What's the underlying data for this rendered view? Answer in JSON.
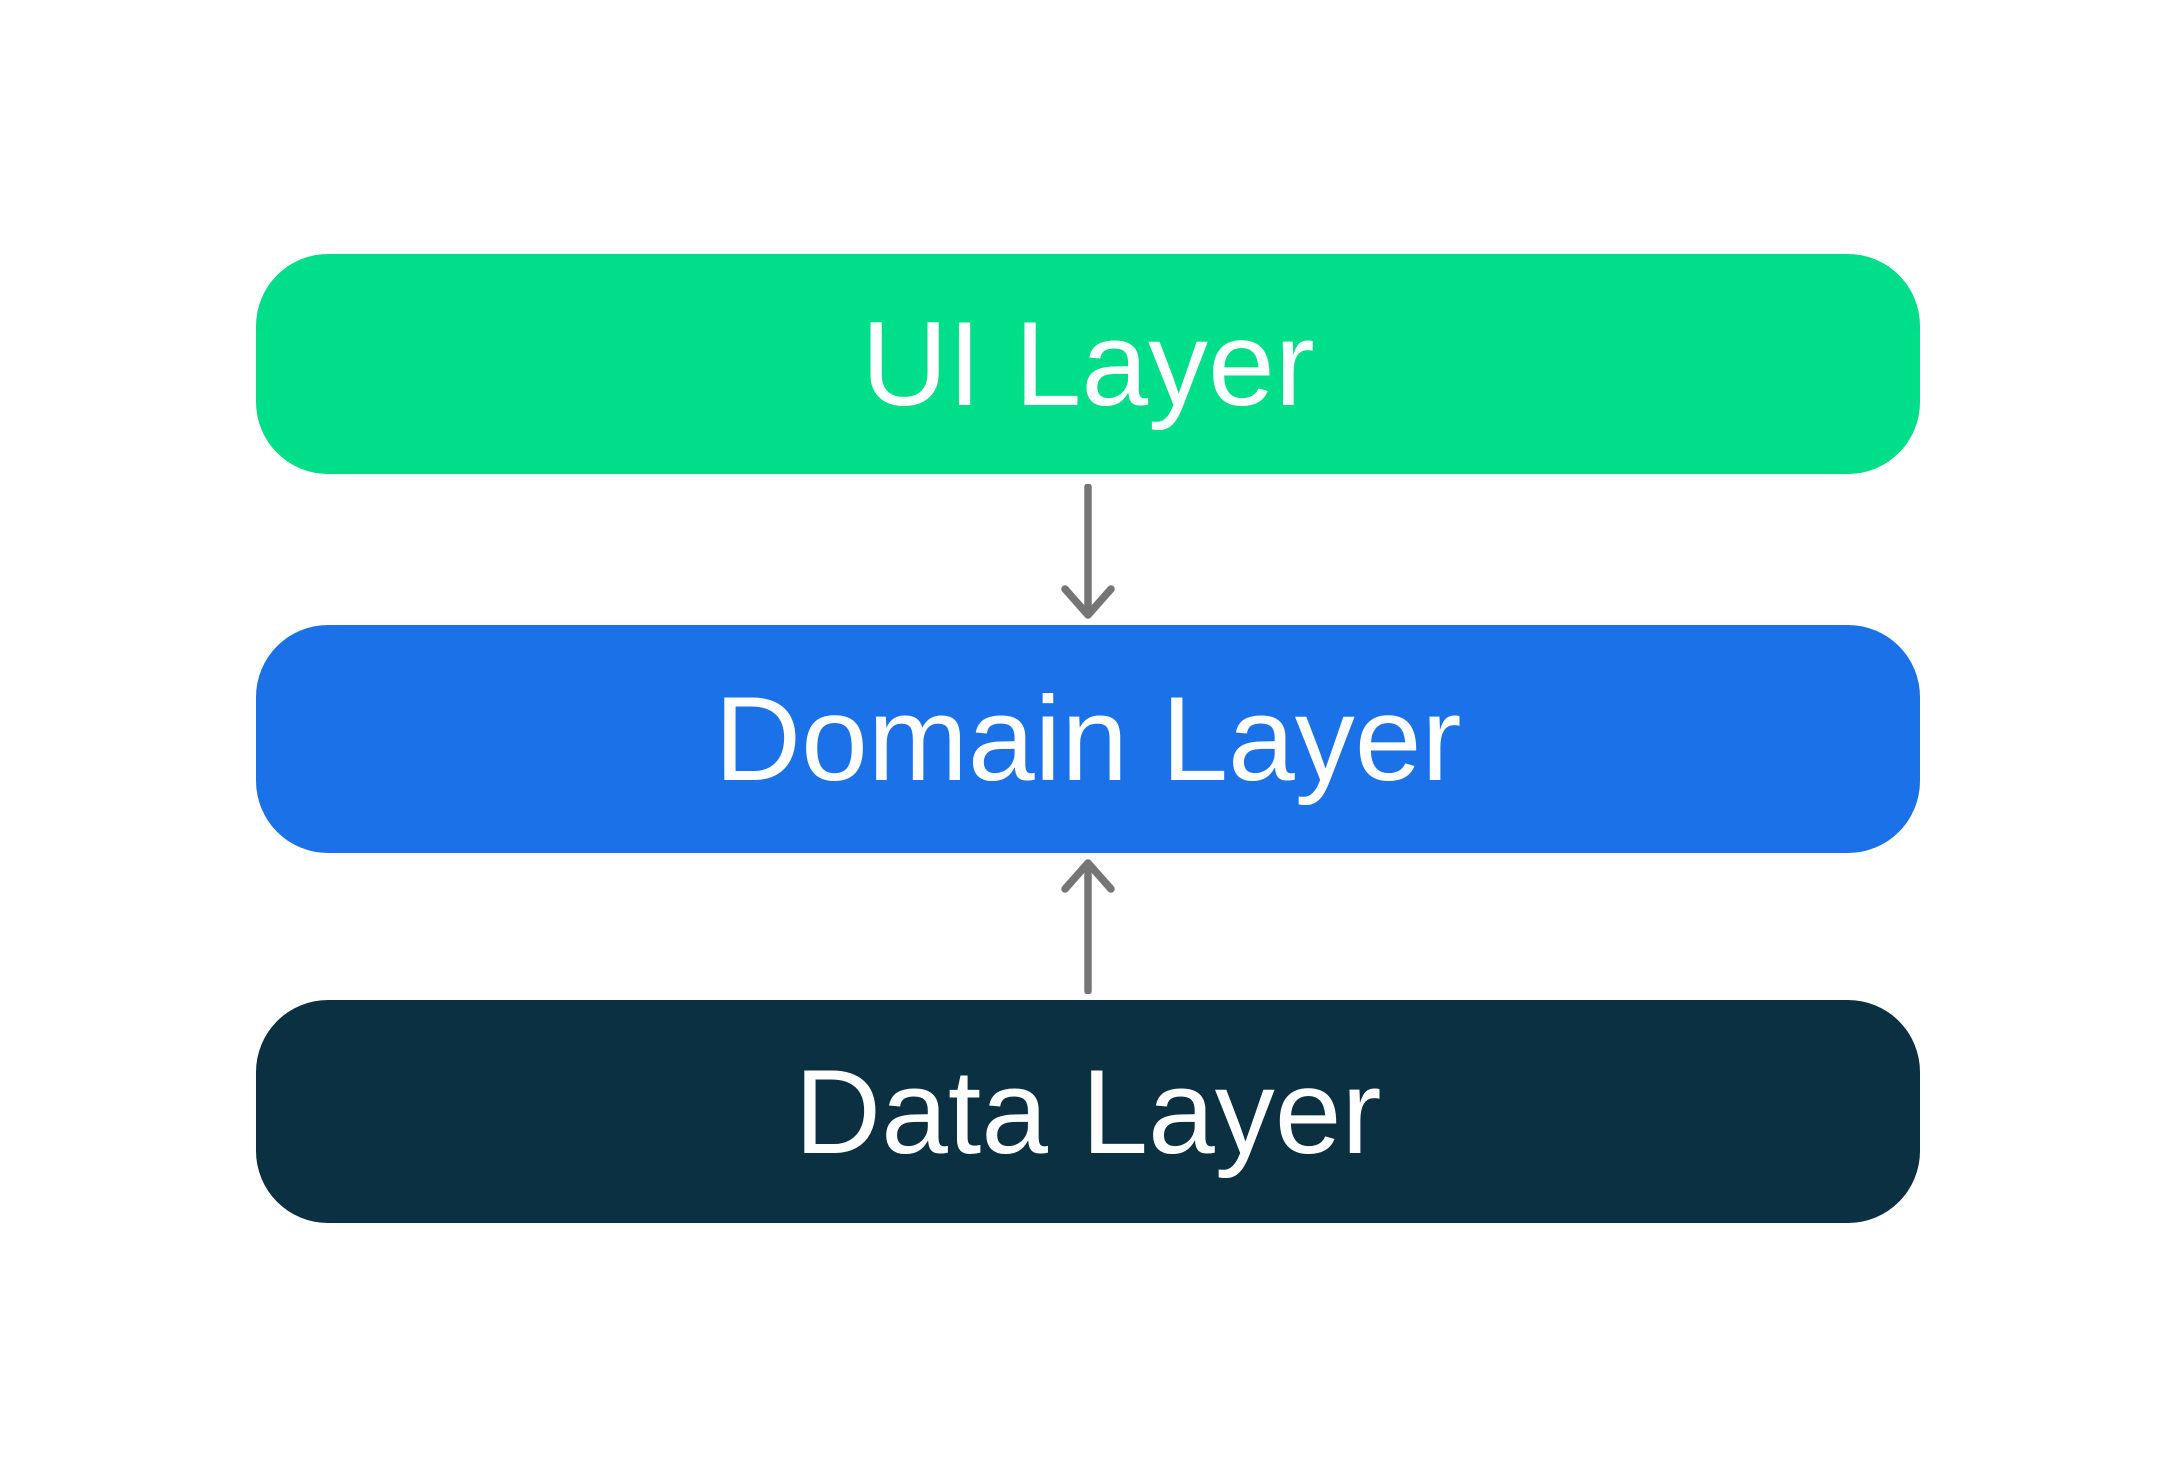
{
  "diagram": {
    "background": "#ffffff",
    "layers": [
      {
        "id": "ui",
        "label": "UI Layer",
        "color": "#00de8a",
        "text_color": "#ffffff"
      },
      {
        "id": "domain",
        "label": "Domain Layer",
        "color": "#1b72e8",
        "text_color": "#ffffff"
      },
      {
        "id": "data",
        "label": "Data Layer",
        "color": "#0b3042",
        "text_color": "#ffffff"
      }
    ],
    "arrows": [
      {
        "from": "ui",
        "to": "domain",
        "direction": "down",
        "color": "#757575"
      },
      {
        "from": "data",
        "to": "domain",
        "direction": "up",
        "color": "#757575"
      }
    ]
  }
}
